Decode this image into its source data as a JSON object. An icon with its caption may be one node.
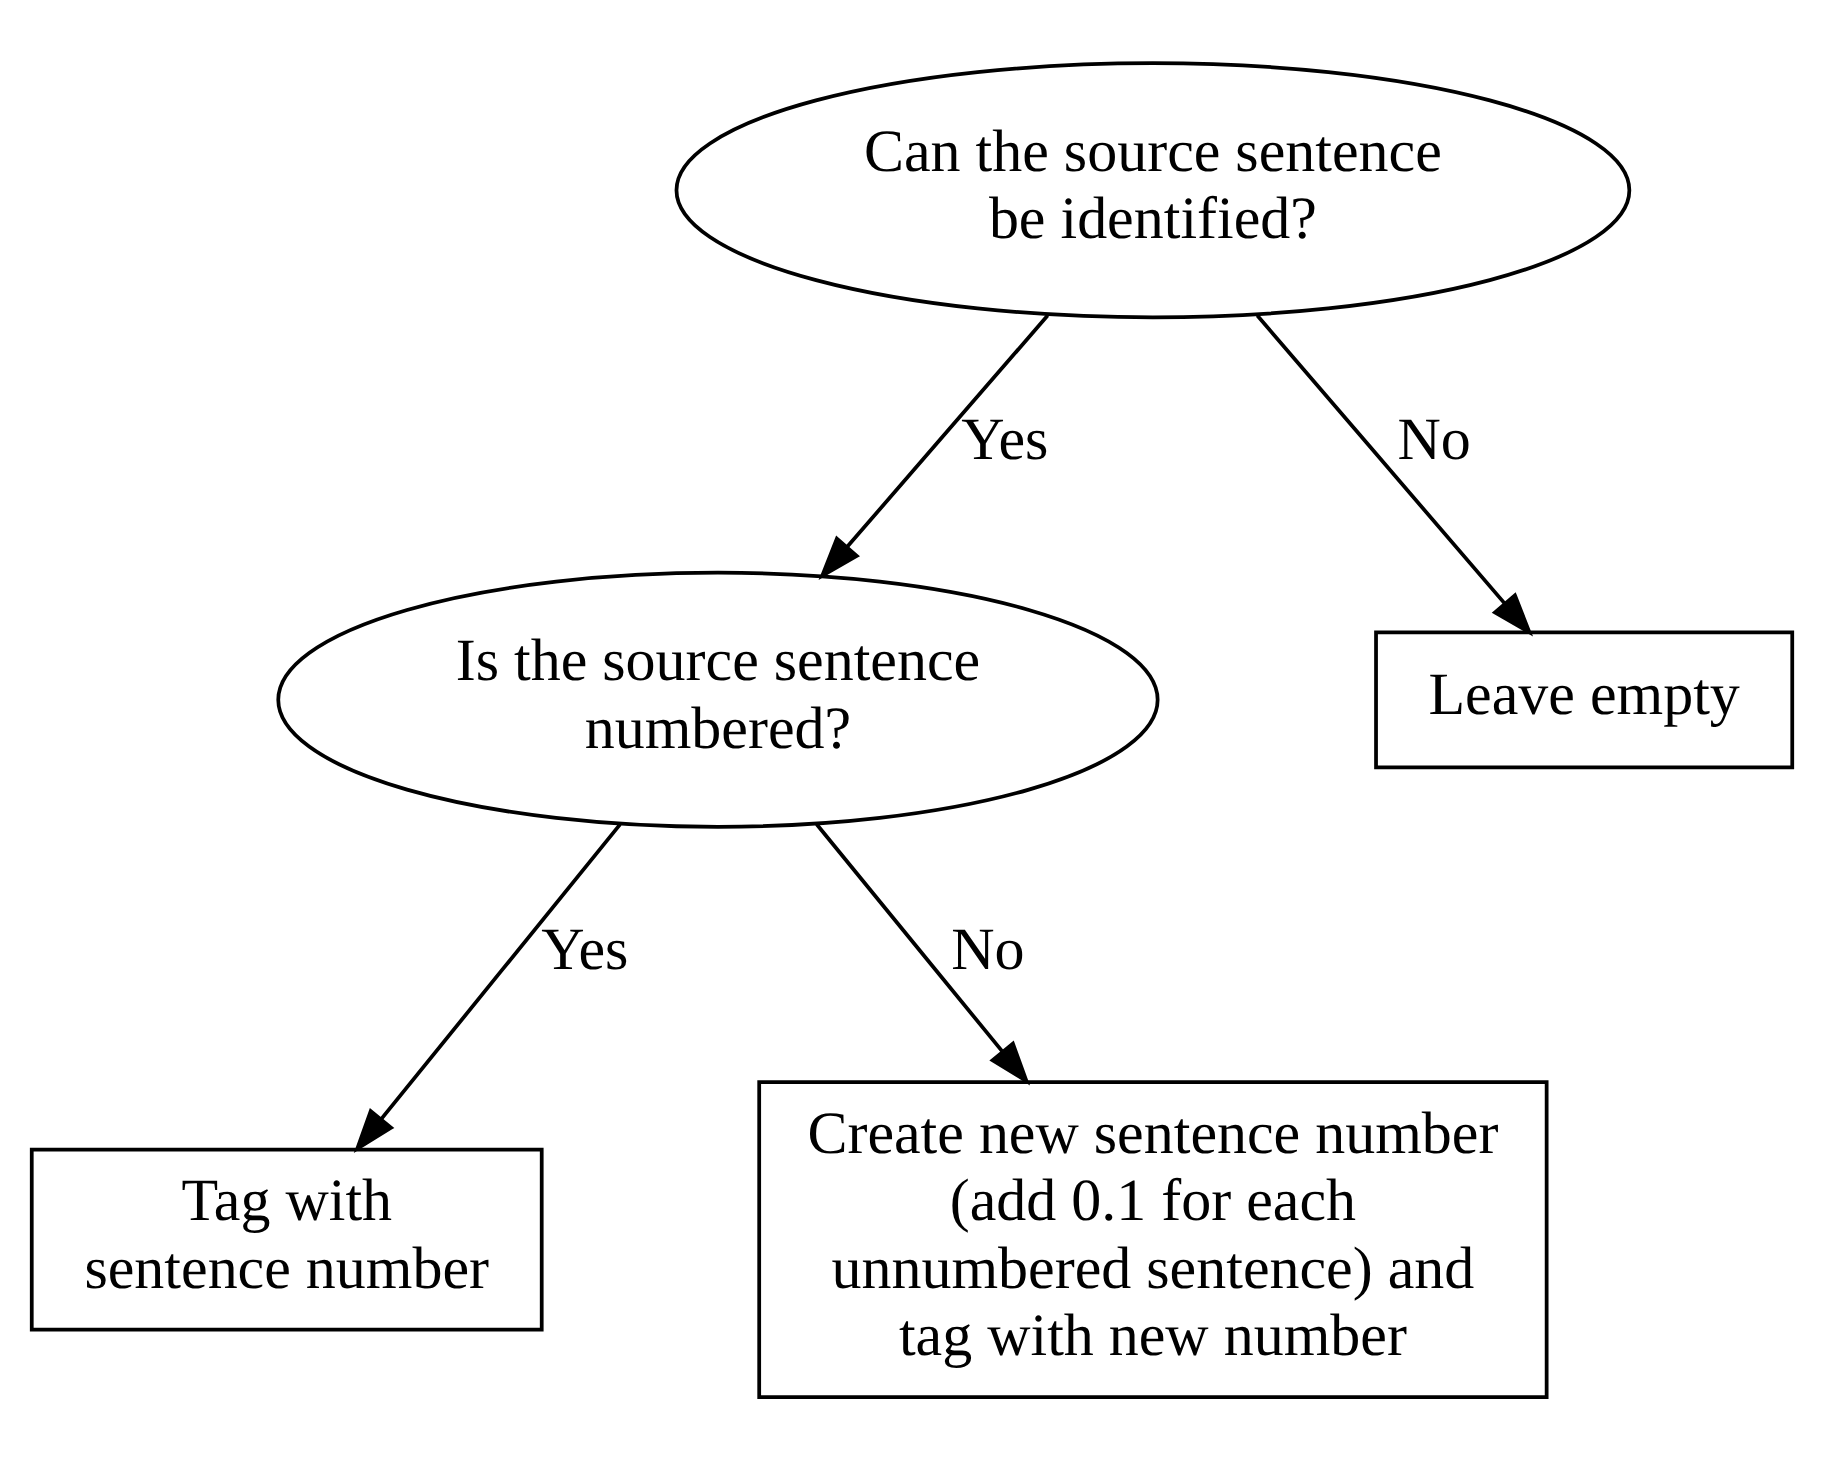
{
  "diagram": {
    "nodes": [
      {
        "text": [
          "Can the source sentence be identified?"
        ]
      },
      {
        "text": [
          "Is the source sentence numbered?"
        ]
      },
      {
        "text": [
          "Leave empty"
        ]
      },
      {
        "text": [
          "Tag with sentence number"
        ]
      },
      {
        "text": [
          "Create new sentence number (add 0.1 for each unnumbered sentence) and tag with new number"
        ]
      }
    ],
    "edges": [
      {
        "from": 0,
        "to": 1,
        "arrow": "to",
        "label": "Yes"
      },
      {
        "from": 0,
        "to": 2,
        "arrow": "to",
        "label": "No"
      },
      {
        "from": 1,
        "to": 3,
        "arrow": "to",
        "label": "Yes"
      },
      {
        "from": 1,
        "to": 4,
        "arrow": "to",
        "label": "No"
      }
    ]
  }
}
